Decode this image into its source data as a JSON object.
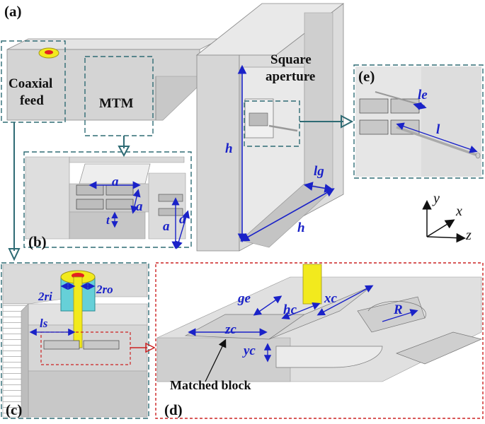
{
  "colors": {
    "face_light": "#e2e2e2",
    "face_mid": "#cfcfcf",
    "face_dark": "#9a9a9a",
    "dim_blue": "#1a22c8",
    "teal": "#2e6b74",
    "red_box": "#cc2222",
    "feed_yellow": "#f2ea1d",
    "feed_cyan": "#66d0d8",
    "feed_red": "#e42020"
  },
  "panels": {
    "a": "(a)",
    "b": "(b)",
    "c": "(c)",
    "d": "(d)",
    "e": "(e)"
  },
  "texts": {
    "coaxial": "Coaxial",
    "feed": "feed",
    "mtm": "MTM",
    "square": "Square",
    "aperture": "aperture",
    "matched_block": "Matched block"
  },
  "dims": {
    "h_vertical": "h",
    "h_horizontal": "h",
    "lg": "lg",
    "le": "le",
    "l": "l",
    "a_b_top": "a",
    "a_b_side": "a",
    "t": "t",
    "a_b_right1": "a",
    "a_b_right2": "a",
    "ri": "2ri",
    "ro": "2ro",
    "ls": "ls",
    "ge": "ge",
    "hc": "hc",
    "xc": "xc",
    "zc": "zc",
    "yc": "yc",
    "R": "R"
  },
  "axes": {
    "y": "y",
    "x": "x",
    "z": "z"
  }
}
